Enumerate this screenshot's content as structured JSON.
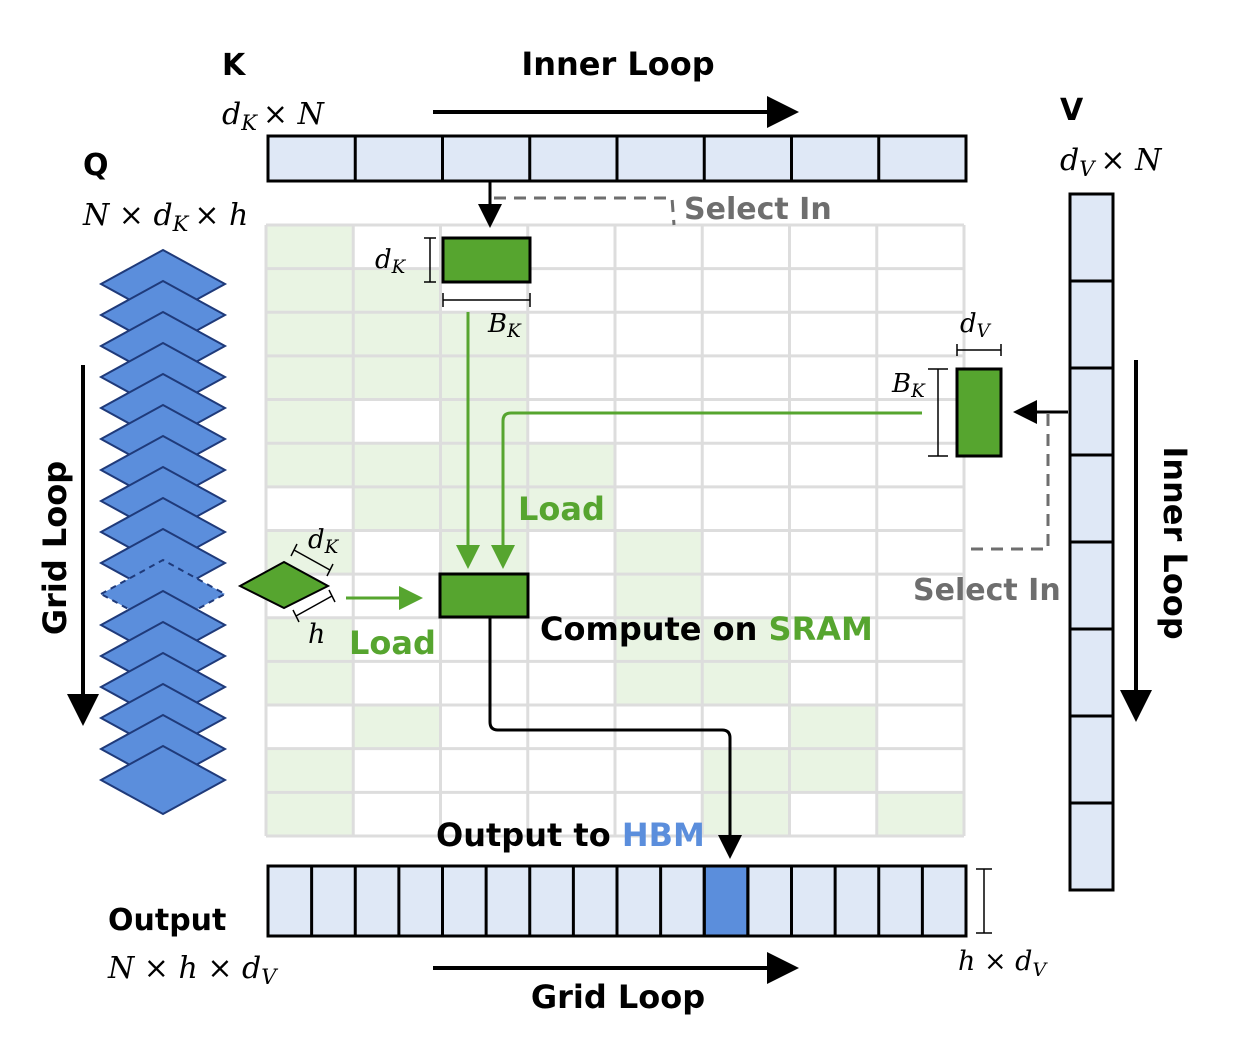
{
  "colors": {
    "cell_fill": "#dfe8f6",
    "highlight_blue": "#5b8edc",
    "green": "#56a52f",
    "light_green": "#e9f4e3",
    "grid_line": "#dddddd",
    "gray_text": "#6e6e6e",
    "black": "#000000"
  },
  "k": {
    "name": "K",
    "dim_main": "d",
    "dim_sub": "K",
    "dim_rest": "× N"
  },
  "v": {
    "name": "V",
    "dim_main": "d",
    "dim_sub": "V",
    "dim_rest": "× N"
  },
  "q": {
    "name": "Q",
    "dim_a": "N × d",
    "dim_sub": "K",
    "dim_b": "× h"
  },
  "output": {
    "name": "Output",
    "dim_a": "N × h × d",
    "dim_sub": "V",
    "right_a": "h × d",
    "right_sub": "V"
  },
  "labels": {
    "inner_loop_top": "Inner Loop",
    "inner_loop_right": "Inner Loop",
    "grid_loop_left": "Grid Loop",
    "grid_loop_bottom": "Grid Loop",
    "select_in_top": "Select In",
    "select_in_right": "Select In",
    "load_mid": "Load",
    "load_left": "Load",
    "compute_prefix": "Compute on ",
    "compute_highlight": "SRAM",
    "output_prefix": "Output to ",
    "output_highlight": "HBM"
  },
  "dims": {
    "kblock_h": "d",
    "kblock_h_sub": "K",
    "kblock_w": "B",
    "kblock_w_sub": "K",
    "vblock_w": "d",
    "vblock_w_sub": "V",
    "vblock_h": "B",
    "vblock_h_sub": "K",
    "qdiamond_a": "d",
    "qdiamond_a_sub": "K",
    "qdiamond_b": "h"
  }
}
